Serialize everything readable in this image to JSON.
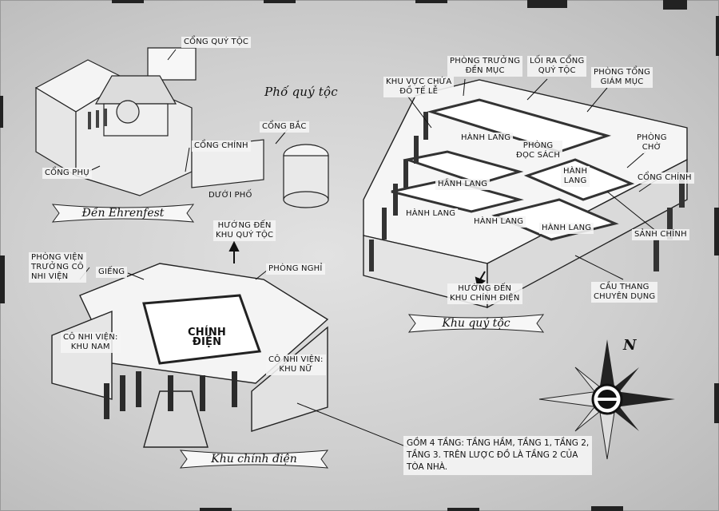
{
  "sections": {
    "ehrenfest": {
      "banner": "Đền Ehrenfest",
      "labels": {
        "gate_noble": "CỔNG QUÝ TỘC",
        "noble_street": "Phố quý tộc",
        "gate_north": "CỔNG BẮC",
        "gate_main": "CỔNG CHÍNH",
        "gate_side": "CỔNG PHỤ",
        "lower_town": "DƯỚI PHỐ"
      }
    },
    "noble_area": {
      "banner": "Khu quý tộc",
      "labels": {
        "archbishop_room_line1": "PHÒNG TRƯỞNG",
        "archbishop_room_line2": "ĐỀN MỤC",
        "noble_exit_line1": "LỐI RA CỔNG",
        "noble_exit_line2": "QUÝ TỘC",
        "high_bishop_line1": "PHÒNG TỔNG",
        "high_bishop_line2": "GIÁM MỤC",
        "ritual_storage_line1": "KHU VỰC CHỨA",
        "ritual_storage_line2": "ĐỒ TẾ LỄ",
        "corridor": "HÀNH LANG",
        "reading_room_line1": "PHÒNG",
        "reading_room_line2": "ĐỌC SÁCH",
        "corridor_split_line1": "HÀNH",
        "corridor_split_line2": "LANG",
        "waiting_room_line1": "PHÒNG",
        "waiting_room_line2": "CHỜ",
        "main_gate": "CỔNG CHÍNH",
        "main_hall": "SẢNH CHÍNH",
        "to_main_hall_line1": "HƯỚNG ĐẾN",
        "to_main_hall_line2": "KHU CHÍNH ĐIỆN",
        "stairs_line1": "CẦU THANG",
        "stairs_line2": "CHUYÊN DỤNG"
      }
    },
    "main_hall_area": {
      "banner": "Khu chính điện",
      "labels": {
        "director_line1": "PHÒNG VIỆN",
        "director_line2": "TRƯỞNG CÔ",
        "director_line3": "NHI VIỆN",
        "well": "GIẾNG",
        "to_noble_line1": "HƯỚNG ĐẾN",
        "to_noble_line2": "KHU QUÝ TỘC",
        "rest_room": "PHÒNG NGHỈ",
        "orphan_boys_line1": "CÔ NHI VIỆN:",
        "orphan_boys_line2": "KHU NAM",
        "sanctuary_line1": "CHÍNH",
        "sanctuary_line2": "ĐIỆN",
        "orphan_girls_line1": "CÔ NHI VIỆN:",
        "orphan_girls_line2": "KHU NỮ"
      }
    }
  },
  "note": {
    "line1": "GỒM 4 TẦNG: TẦNG HẦM, TẦNG 1, TẦNG 2,",
    "line2": "TẦNG 3. TRÊN LƯỢC ĐỒ LÀ TẦNG 2 CỦA",
    "line3": "TÒA NHÀ."
  },
  "compass": {
    "north_letter": "N",
    "icon": "compass-rose-icon"
  },
  "colors": {
    "ink": "#111111",
    "parchment": "#d2d2d2",
    "wall": "#f2f2f2"
  }
}
